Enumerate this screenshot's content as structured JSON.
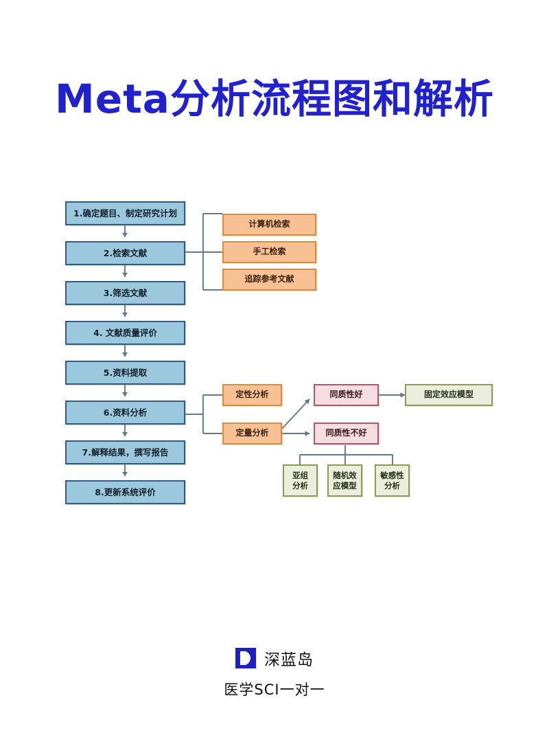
{
  "title": "Meta分析流程图和解析",
  "colors": {
    "title": "#2222cc",
    "blue_fill": "#9cc8dd",
    "blue_border": "#2f5d85",
    "orange_fill": "#f7c193",
    "orange_border": "#d98b3e",
    "pink_fill": "#f6dde0",
    "pink_border": "#b3566c",
    "green_fill": "#eaeedb",
    "green_border": "#8d9a5c",
    "connector": "#5f7a8c",
    "logo_blue": "#1f1fc8"
  },
  "flowchart": {
    "main_steps": [
      {
        "label": "1.确定题目、制定研究计划"
      },
      {
        "label": "2.检索文献"
      },
      {
        "label": "3.筛选文献"
      },
      {
        "label": "4. 文献质量评价"
      },
      {
        "label": "5.资料提取"
      },
      {
        "label": "6.资料分析"
      },
      {
        "label": "7.解释结果，撰写报告"
      },
      {
        "label": "8.更新系统评价"
      }
    ],
    "search_methods": [
      {
        "label": "计算机检索"
      },
      {
        "label": "手工检索"
      },
      {
        "label": "追踪参考文献"
      }
    ],
    "analysis_types": [
      {
        "label": "定性分析"
      },
      {
        "label": "定量分析"
      }
    ],
    "heterogeneity": [
      {
        "label": "同质性好"
      },
      {
        "label": "同质性不好"
      }
    ],
    "models": [
      {
        "label": "固定效应模型"
      }
    ],
    "heterogeneity_handling": [
      {
        "label": "亚组\n分析"
      },
      {
        "label": "随机效\n应模型"
      },
      {
        "label": "敏感性\n分析"
      }
    ]
  },
  "footer": {
    "logo_icon": "brand-d-logo-icon",
    "brand_name": "深蓝岛",
    "tagline": "医学SCI一对一"
  }
}
